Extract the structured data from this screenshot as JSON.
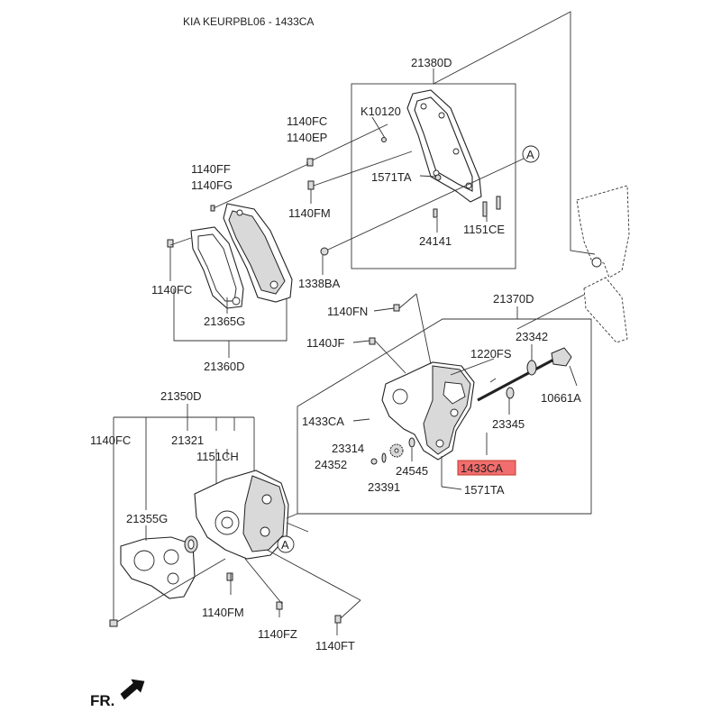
{
  "title": "KIA KEURPBL06 - 1433CA",
  "orientation": "FR.",
  "callout_letter": "A",
  "highlight_color": "#f26d6d",
  "labels": {
    "p21380D": "21380D",
    "pK10120": "K10120",
    "p1140FC_top": "1140FC",
    "p1140EP": "1140EP",
    "p1140FF": "1140FF",
    "p1140FG": "1140FG",
    "p1571TA_top": "1571TA",
    "p1140FM_top": "1140FM",
    "p24141": "24141",
    "p1151CE": "1151CE",
    "p1140FC_left": "1140FC",
    "p1338BA": "1338BA",
    "p21365G": "21365G",
    "p21360D": "21360D",
    "p21370D": "21370D",
    "p1140FN": "1140FN",
    "p23342": "23342",
    "p1140JF": "1140JF",
    "p1220FS": "1220FS",
    "p10661A": "10661A",
    "p1433CA_left": "1433CA",
    "p23345": "23345",
    "p23314": "23314",
    "p24352": "24352",
    "p24545": "24545",
    "p1433CA_hl": "1433CA",
    "p23391": "23391",
    "p1571TA_mid": "1571TA",
    "p21350D": "21350D",
    "p1140FC_bl": "1140FC",
    "p21321": "21321",
    "p1151CH": "1151CH",
    "p21355G": "21355G",
    "p1140FM_bot": "1140FM",
    "p1140FZ": "1140FZ",
    "p1140FT": "1140FT"
  }
}
